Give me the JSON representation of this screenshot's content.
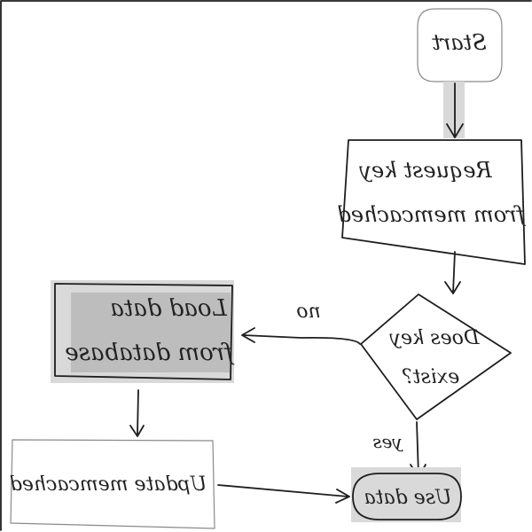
{
  "nodes": {
    "start": {
      "label": "Start"
    },
    "request": {
      "label_line1": "Request key",
      "label_line2": "from memcached"
    },
    "decision": {
      "label_line1": "Does key",
      "label_line2": "exist?"
    },
    "load": {
      "label_line1": "Load data",
      "label_line2": "from database"
    },
    "update": {
      "label": "Update memcached"
    },
    "use": {
      "label": "Use data"
    }
  },
  "edges": {
    "no_label": "no",
    "yes_label": "yes"
  },
  "colors": {
    "highlight_fill": "#d9d9d9",
    "highlight_dark": "#bdbdbd",
    "ink": "#1e1e1e"
  }
}
